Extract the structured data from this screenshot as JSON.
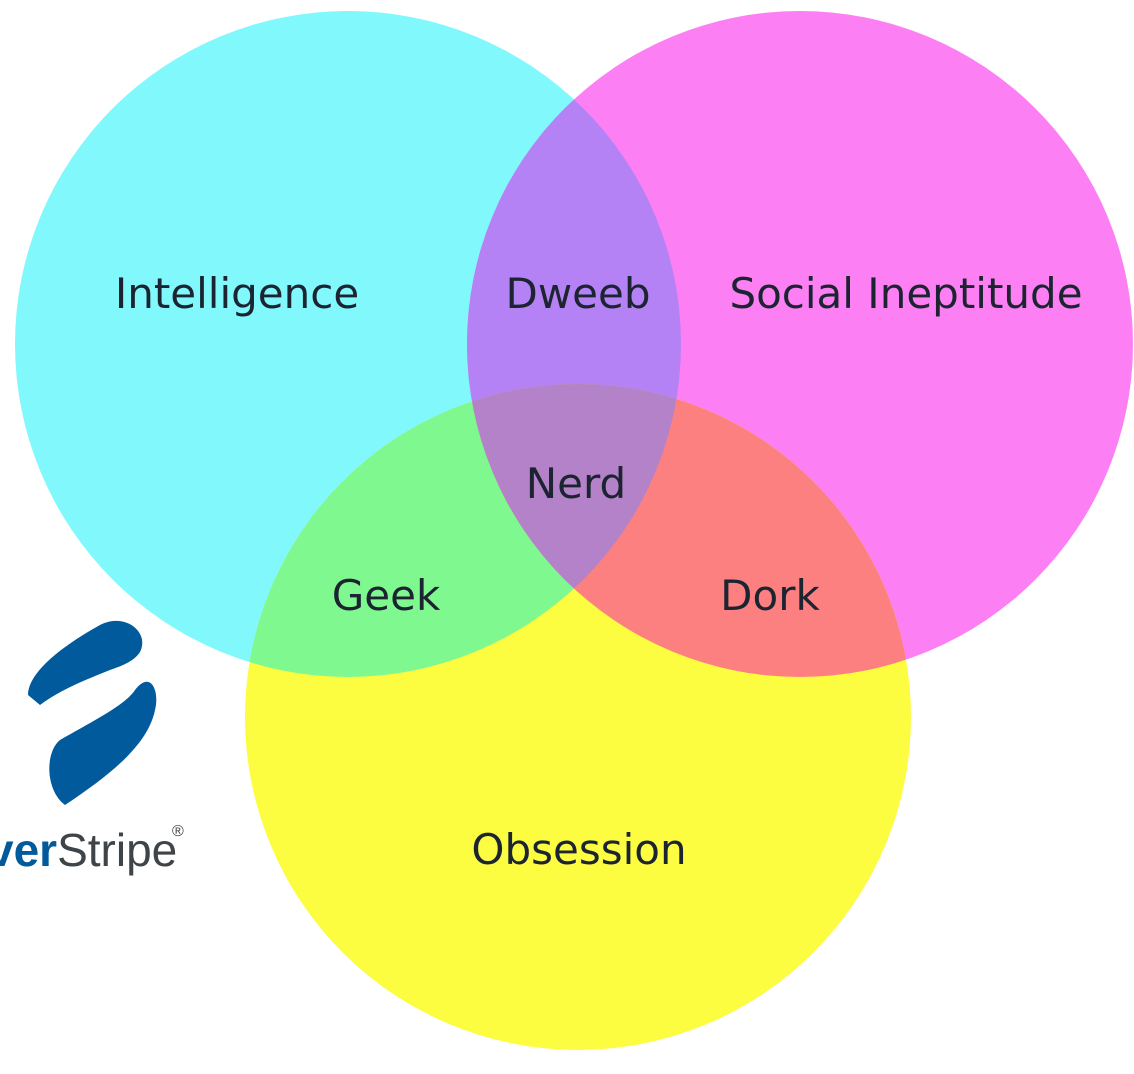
{
  "diagram": {
    "sets": [
      {
        "key": "intelligence",
        "label": "Intelligence",
        "color": "#80F8FC"
      },
      {
        "key": "social",
        "label": "Social Ineptitude",
        "color": "#FC80F4"
      },
      {
        "key": "obsession",
        "label": "Obsession",
        "color": "#FCFC40"
      }
    ],
    "overlaps": {
      "intelligence_social": {
        "label": "Dweeb",
        "color": "#B482F4"
      },
      "intelligence_obsession": {
        "label": "Geek",
        "color": "#80F890"
      },
      "social_obsession": {
        "label": "Dork",
        "color": "#FC8080"
      },
      "all": {
        "label": "Nerd",
        "color": "#B482C8"
      }
    },
    "label_color": "#1B2430"
  },
  "logo": {
    "text_bold": "ver",
    "text_regular": "Stripe",
    "trademark": "®",
    "color": "#005A9C",
    "text_color": "#3F4448",
    "icon": "silverstripe-logo-icon"
  }
}
